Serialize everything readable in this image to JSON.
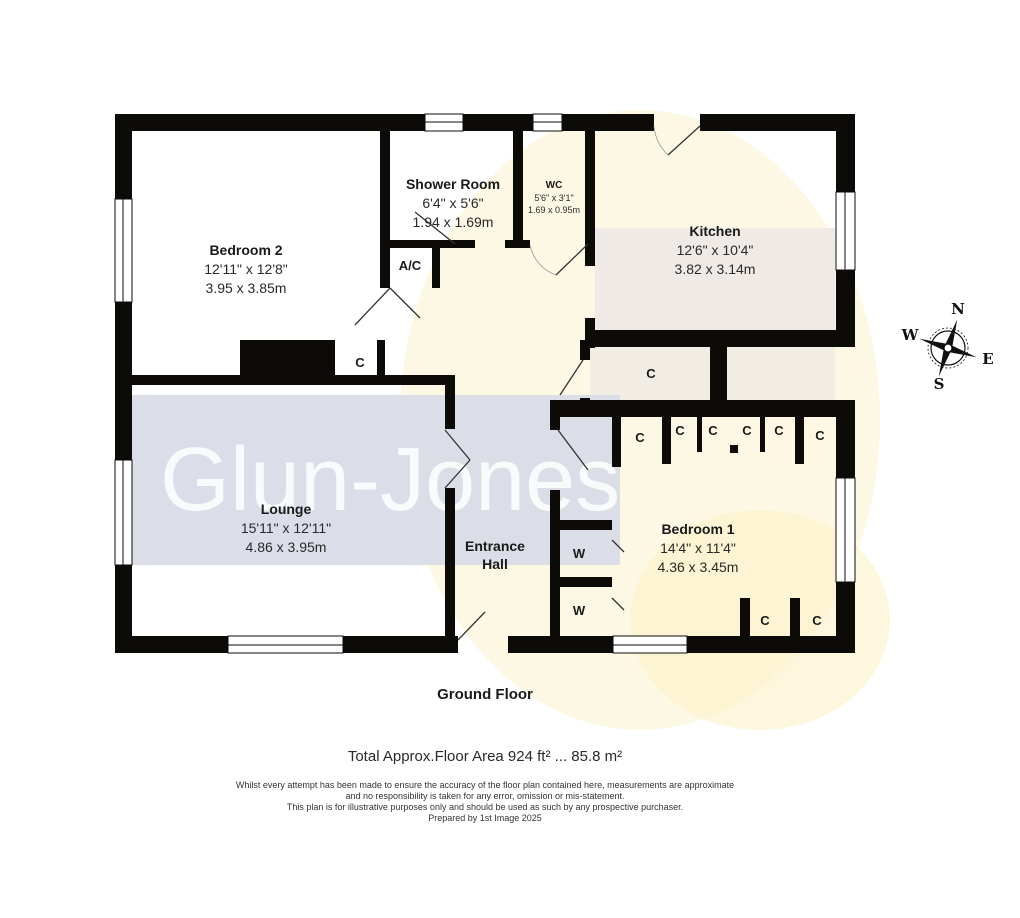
{
  "floor_plan": {
    "floor_label": "Ground Floor",
    "watermark": "Glun-Jones",
    "rooms": [
      {
        "id": "bedroom2",
        "name": "Bedroom 2",
        "imperial": "12'11\" x 12'8\"",
        "metric": "3.95 x 3.85m"
      },
      {
        "id": "shower",
        "name": "Shower Room",
        "imperial": "6'4\" x 5'6\"",
        "metric": "1.94 x 1.69m"
      },
      {
        "id": "wc",
        "name": "WC",
        "imperial": "5'6\" x 3'1\"",
        "metric": "1.69 x 0.95m"
      },
      {
        "id": "kitchen",
        "name": "Kitchen",
        "imperial": "12'6\" x 10'4\"",
        "metric": "3.82 x 3.14m"
      },
      {
        "id": "lounge",
        "name": "Lounge",
        "imperial": "15'11\" x 12'11\"",
        "metric": "4.86 x 3.95m"
      },
      {
        "id": "entrance",
        "name_line1": "Entrance",
        "name_line2": "Hall"
      },
      {
        "id": "bedroom1",
        "name": "Bedroom 1",
        "imperial": "14'4\" x 11'4\"",
        "metric": "4.36 x 3.45m"
      }
    ],
    "cupboards": {
      "airing": "A/C",
      "cupboard": "C",
      "wardrobe": "W"
    },
    "compass": {
      "north": "N",
      "south": "S",
      "east": "E",
      "west": "W"
    },
    "colors": {
      "wall": "#0d0b08",
      "watermark_band": "#d7dae6",
      "kitchen_fill": "#efeae6",
      "sunflower_tint": "#fbf5d9"
    }
  },
  "footer": {
    "total_area": "Total Approx.Floor Area 924 ft² ... 85.8 m²",
    "disclaimer_lines": [
      "Whilst every attempt has been made to ensure the accuracy of the floor plan contained here, measurements are approximate",
      "and no responsibility is taken for any error, omission or mis-statement.",
      "This plan is for illustrative purposes only and should be used as such by any prospective purchaser.",
      "Prepared by 1st Image 2025"
    ]
  }
}
